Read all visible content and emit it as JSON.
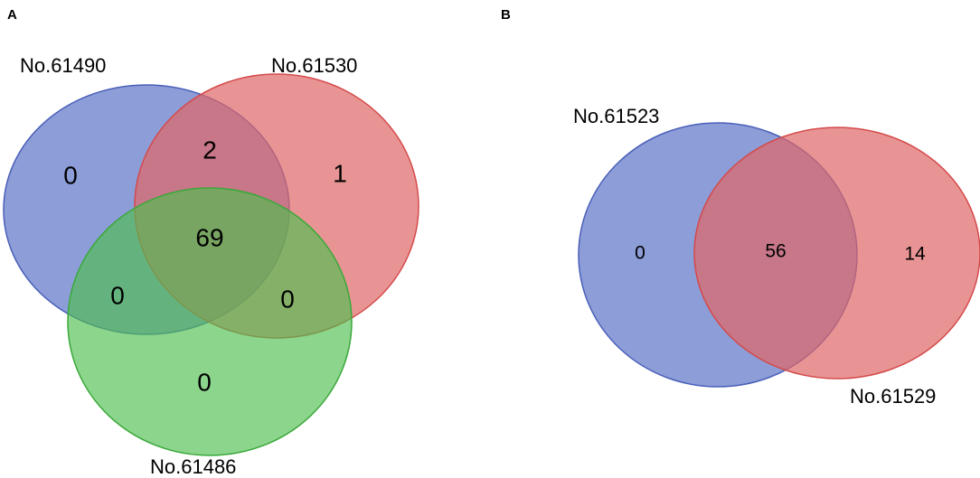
{
  "panel_a": {
    "letter": "A",
    "sets": [
      {
        "label": "No.61490",
        "color": "#5b73c8"
      },
      {
        "label": "No.61530",
        "color": "#e06666"
      },
      {
        "label": "No.61486",
        "color": "#4fbf4f"
      }
    ],
    "regions": {
      "only_61490": "0",
      "only_61530": "1",
      "only_61486": "0",
      "61490_61530": "2",
      "61490_61486": "0",
      "61530_61486": "0",
      "all_three": "69"
    }
  },
  "panel_b": {
    "letter": "B",
    "sets": [
      {
        "label": "No.61523",
        "color": "#5b73c8"
      },
      {
        "label": "No.61529",
        "color": "#e06666"
      }
    ],
    "regions": {
      "only_61523": "0",
      "both": "56",
      "only_61529": "14"
    }
  }
}
